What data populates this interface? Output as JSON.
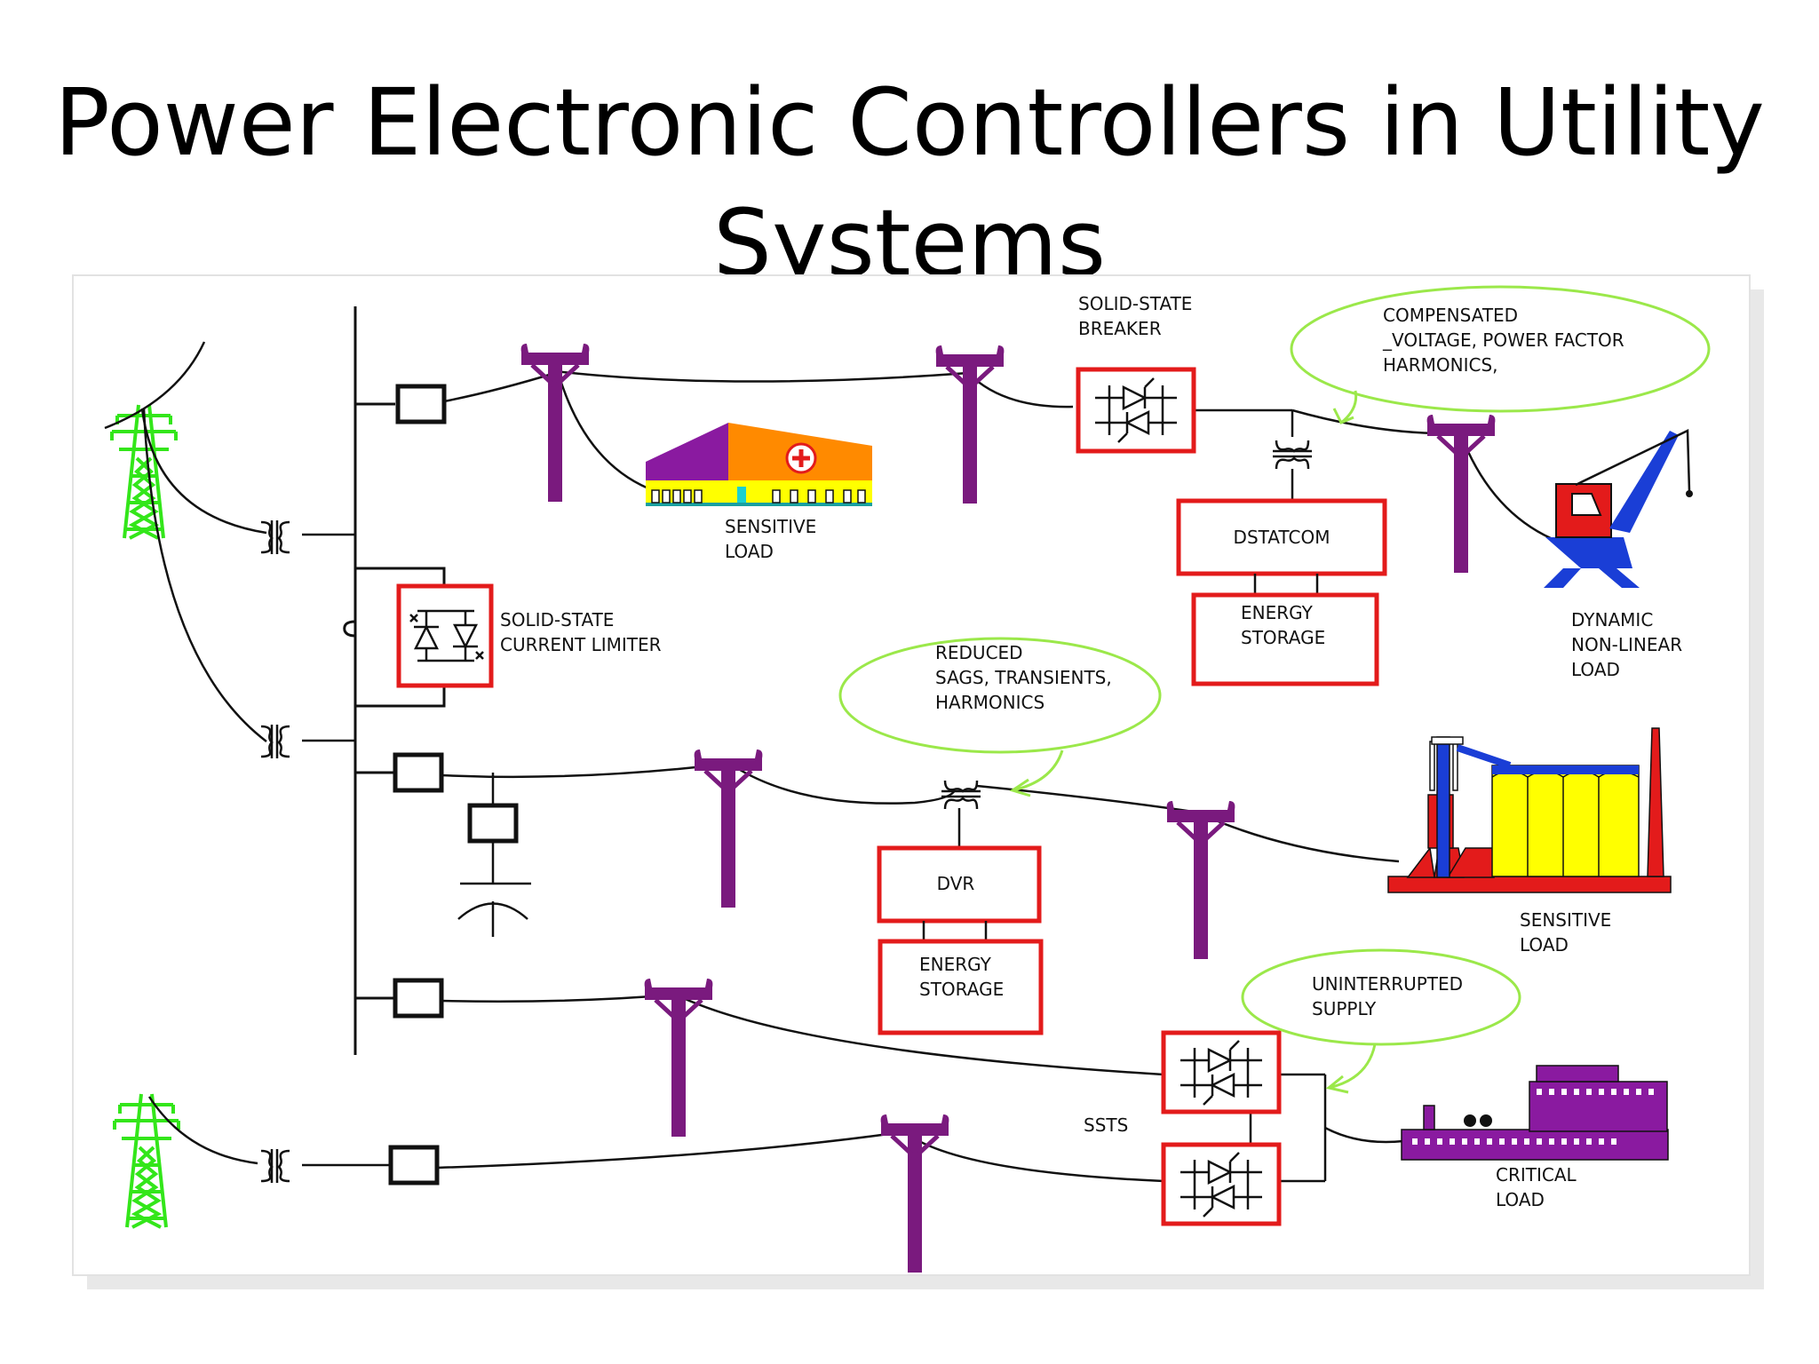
{
  "title": "Power Electronic Controllers in Utility Systems",
  "labels": {
    "solid_state_breaker": [
      "SOLID-STATE",
      "BREAKER"
    ],
    "compensated": [
      "COMPENSATED",
      "_VOLTAGE, POWER FACTOR",
      "HARMONICS,"
    ],
    "sensitive_load_1": [
      "SENSITIVE",
      "LOAD"
    ],
    "dstatcom": "DSTATCOM",
    "energy_storage_1": [
      "ENERGY",
      "STORAGE"
    ],
    "dynamic_load": [
      "DYNAMIC",
      "NON-LINEAR",
      "LOAD"
    ],
    "current_limiter": [
      "SOLID-STATE",
      "CURRENT LIMITER"
    ],
    "reduced": [
      "REDUCED",
      "SAGS, TRANSIENTS,",
      "HARMONICS"
    ],
    "dvr": "DVR",
    "energy_storage_2": [
      "ENERGY",
      "STORAGE"
    ],
    "sensitive_load_2": [
      "SENSITIVE",
      "LOAD"
    ],
    "uninterrupted": [
      "UNINTERRUPTED",
      "SUPPLY"
    ],
    "ssts": "SSTS",
    "critical_load": [
      "CRITICAL",
      "LOAD"
    ]
  },
  "colors": {
    "device_red": "#e31b1b",
    "pole_purple": "#7a1a7e",
    "tower_green": "#33e61a",
    "bubble_green": "#9be84a",
    "building_orange": "#ff8a00",
    "building_purple": "#8a1aa0",
    "building_yellow": "#ffff00",
    "crane_red": "#e31b1b",
    "crane_blue": "#1a3ed6"
  }
}
